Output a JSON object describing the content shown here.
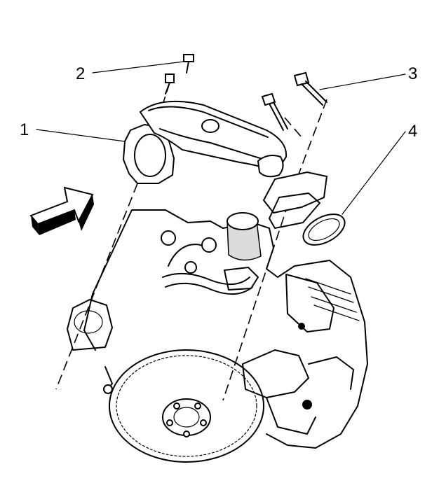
{
  "callouts": [
    {
      "id": "1",
      "label": "1"
    },
    {
      "id": "2",
      "label": "2"
    },
    {
      "id": "3",
      "label": "3"
    },
    {
      "id": "4",
      "label": "4"
    }
  ],
  "colors": {
    "line": "#000000",
    "background": "#ffffff",
    "shade": "#dcdcdc"
  }
}
